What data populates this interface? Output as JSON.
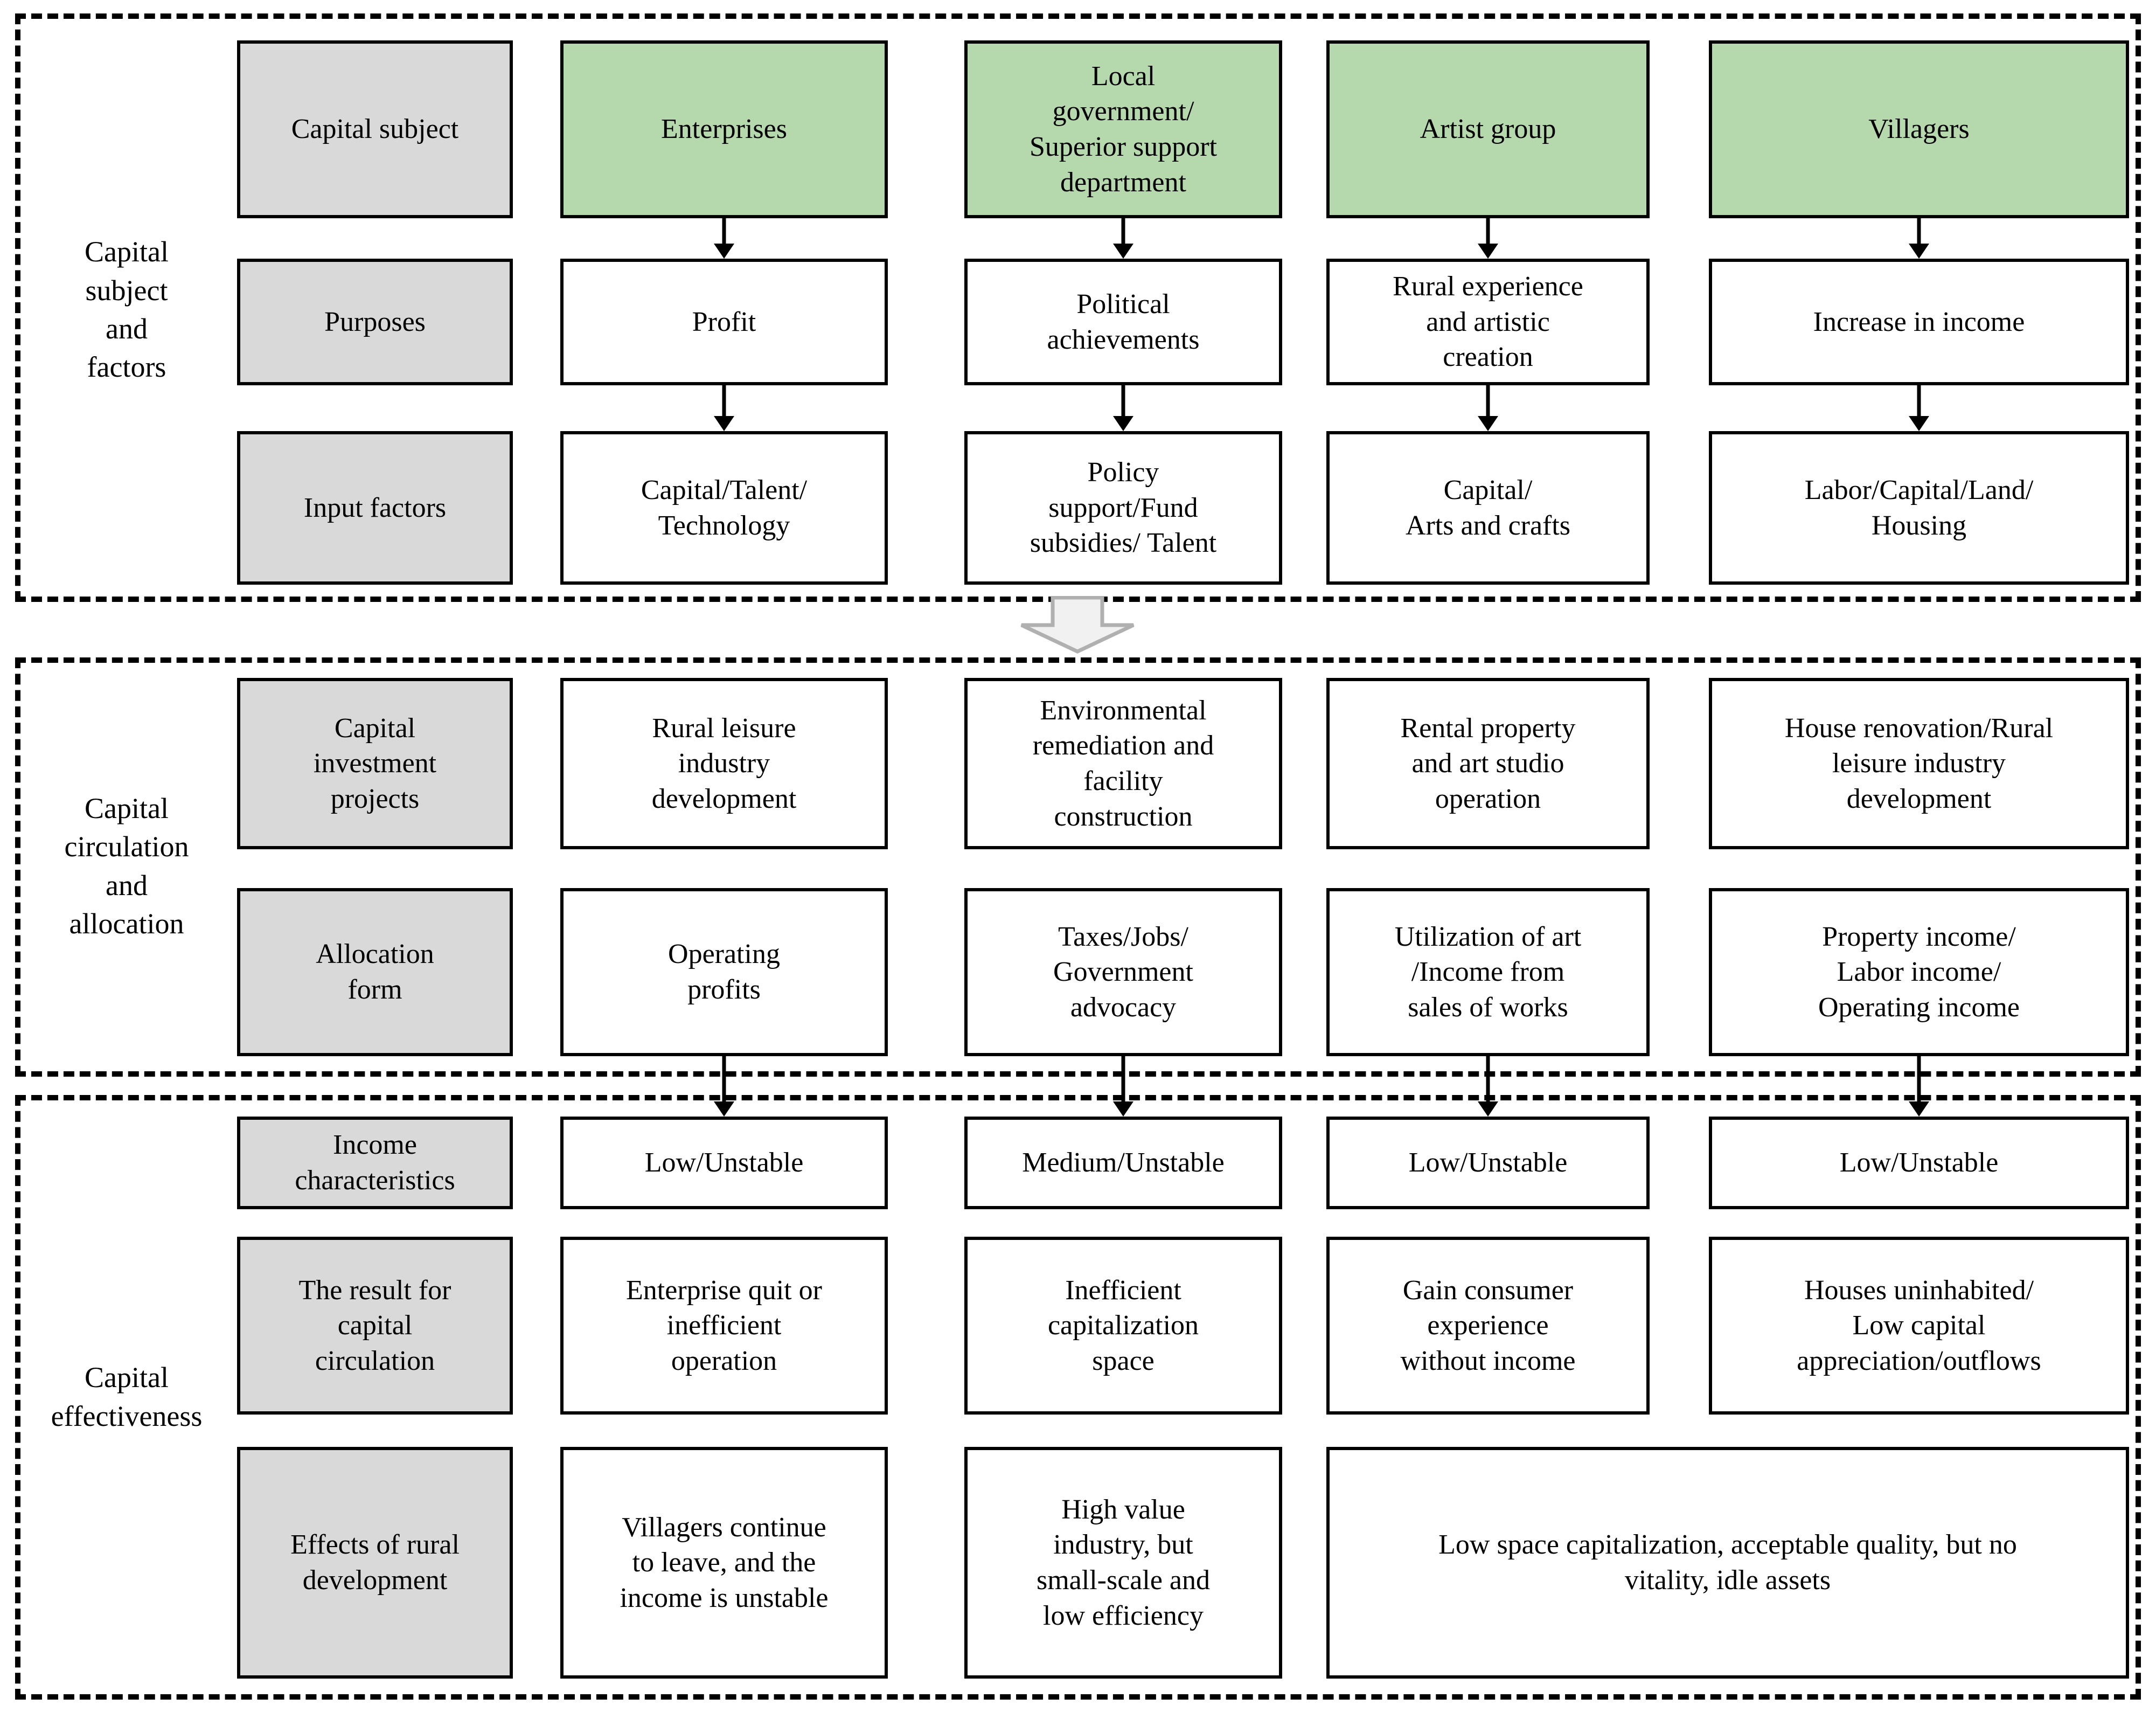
{
  "colors": {
    "header_green": "#b5d8ac",
    "label_gray": "#d9d9d9",
    "box_border": "#000000",
    "big_arrow_fill": "#f1f1f1",
    "big_arrow_border": "#b0b0b0"
  },
  "icons": {
    "flow_arrow": "solid-down-arrow",
    "section_transition": "block-down-arrow"
  },
  "sections": [
    {
      "label": "Capital\nsubject\nand\nfactors",
      "row_headers": [
        "Capital subject",
        "Purposes",
        "Input factors"
      ],
      "columns": [
        [
          "Enterprises",
          "Profit",
          "Capital/Talent/\nTechnology"
        ],
        [
          "Local\ngovernment/\nSuperior support\ndepartment",
          "Political\nachievements",
          "Policy\nsupport/Fund\nsubsidies/ Talent"
        ],
        [
          "Artist group",
          "Rural experience\nand artistic\ncreation",
          "Capital/\nArts and crafts"
        ],
        [
          "Villagers",
          "Increase in income",
          "Labor/Capital/Land/\nHousing"
        ]
      ]
    },
    {
      "label": "Capital\ncirculation\nand\nallocation",
      "row_headers": [
        "Capital\ninvestment\nprojects",
        "Allocation\nform"
      ],
      "columns": [
        [
          "Rural leisure\nindustry\ndevelopment",
          "Operating\nprofits"
        ],
        [
          "Environmental\nremediation and\nfacility\nconstruction",
          "Taxes/Jobs/\nGovernment\nadvocacy"
        ],
        [
          "Rental property\nand art studio\noperation",
          "Utilization of art\n/Income from\nsales of works"
        ],
        [
          "House renovation/Rural\nleisure industry\ndevelopment",
          "Property income/\nLabor income/\nOperating income"
        ]
      ]
    },
    {
      "label": "Capital\neffectiveness",
      "row_headers": [
        "Income\ncharacteristics",
        "The result for\ncapital\ncirculation",
        "Effects of rural\ndevelopment"
      ],
      "columns": [
        [
          "Low/Unstable",
          "Enterprise quit or\ninefficient\noperation",
          "Villagers continue\nto leave, and the\nincome is unstable"
        ],
        [
          "Medium/Unstable",
          "Inefficient\ncapitalization\nspace",
          "High value\nindustry, but\nsmall-scale and\nlow efficiency"
        ],
        [
          "Low/Unstable",
          "Gain consumer\nexperience\nwithout income"
        ],
        [
          "Low/Unstable",
          "Houses uninhabited/\nLow capital\nappreciation/outflows"
        ]
      ],
      "merged_cell": "Low space capitalization, acceptable quality, but no\nvitality, idle assets"
    }
  ]
}
